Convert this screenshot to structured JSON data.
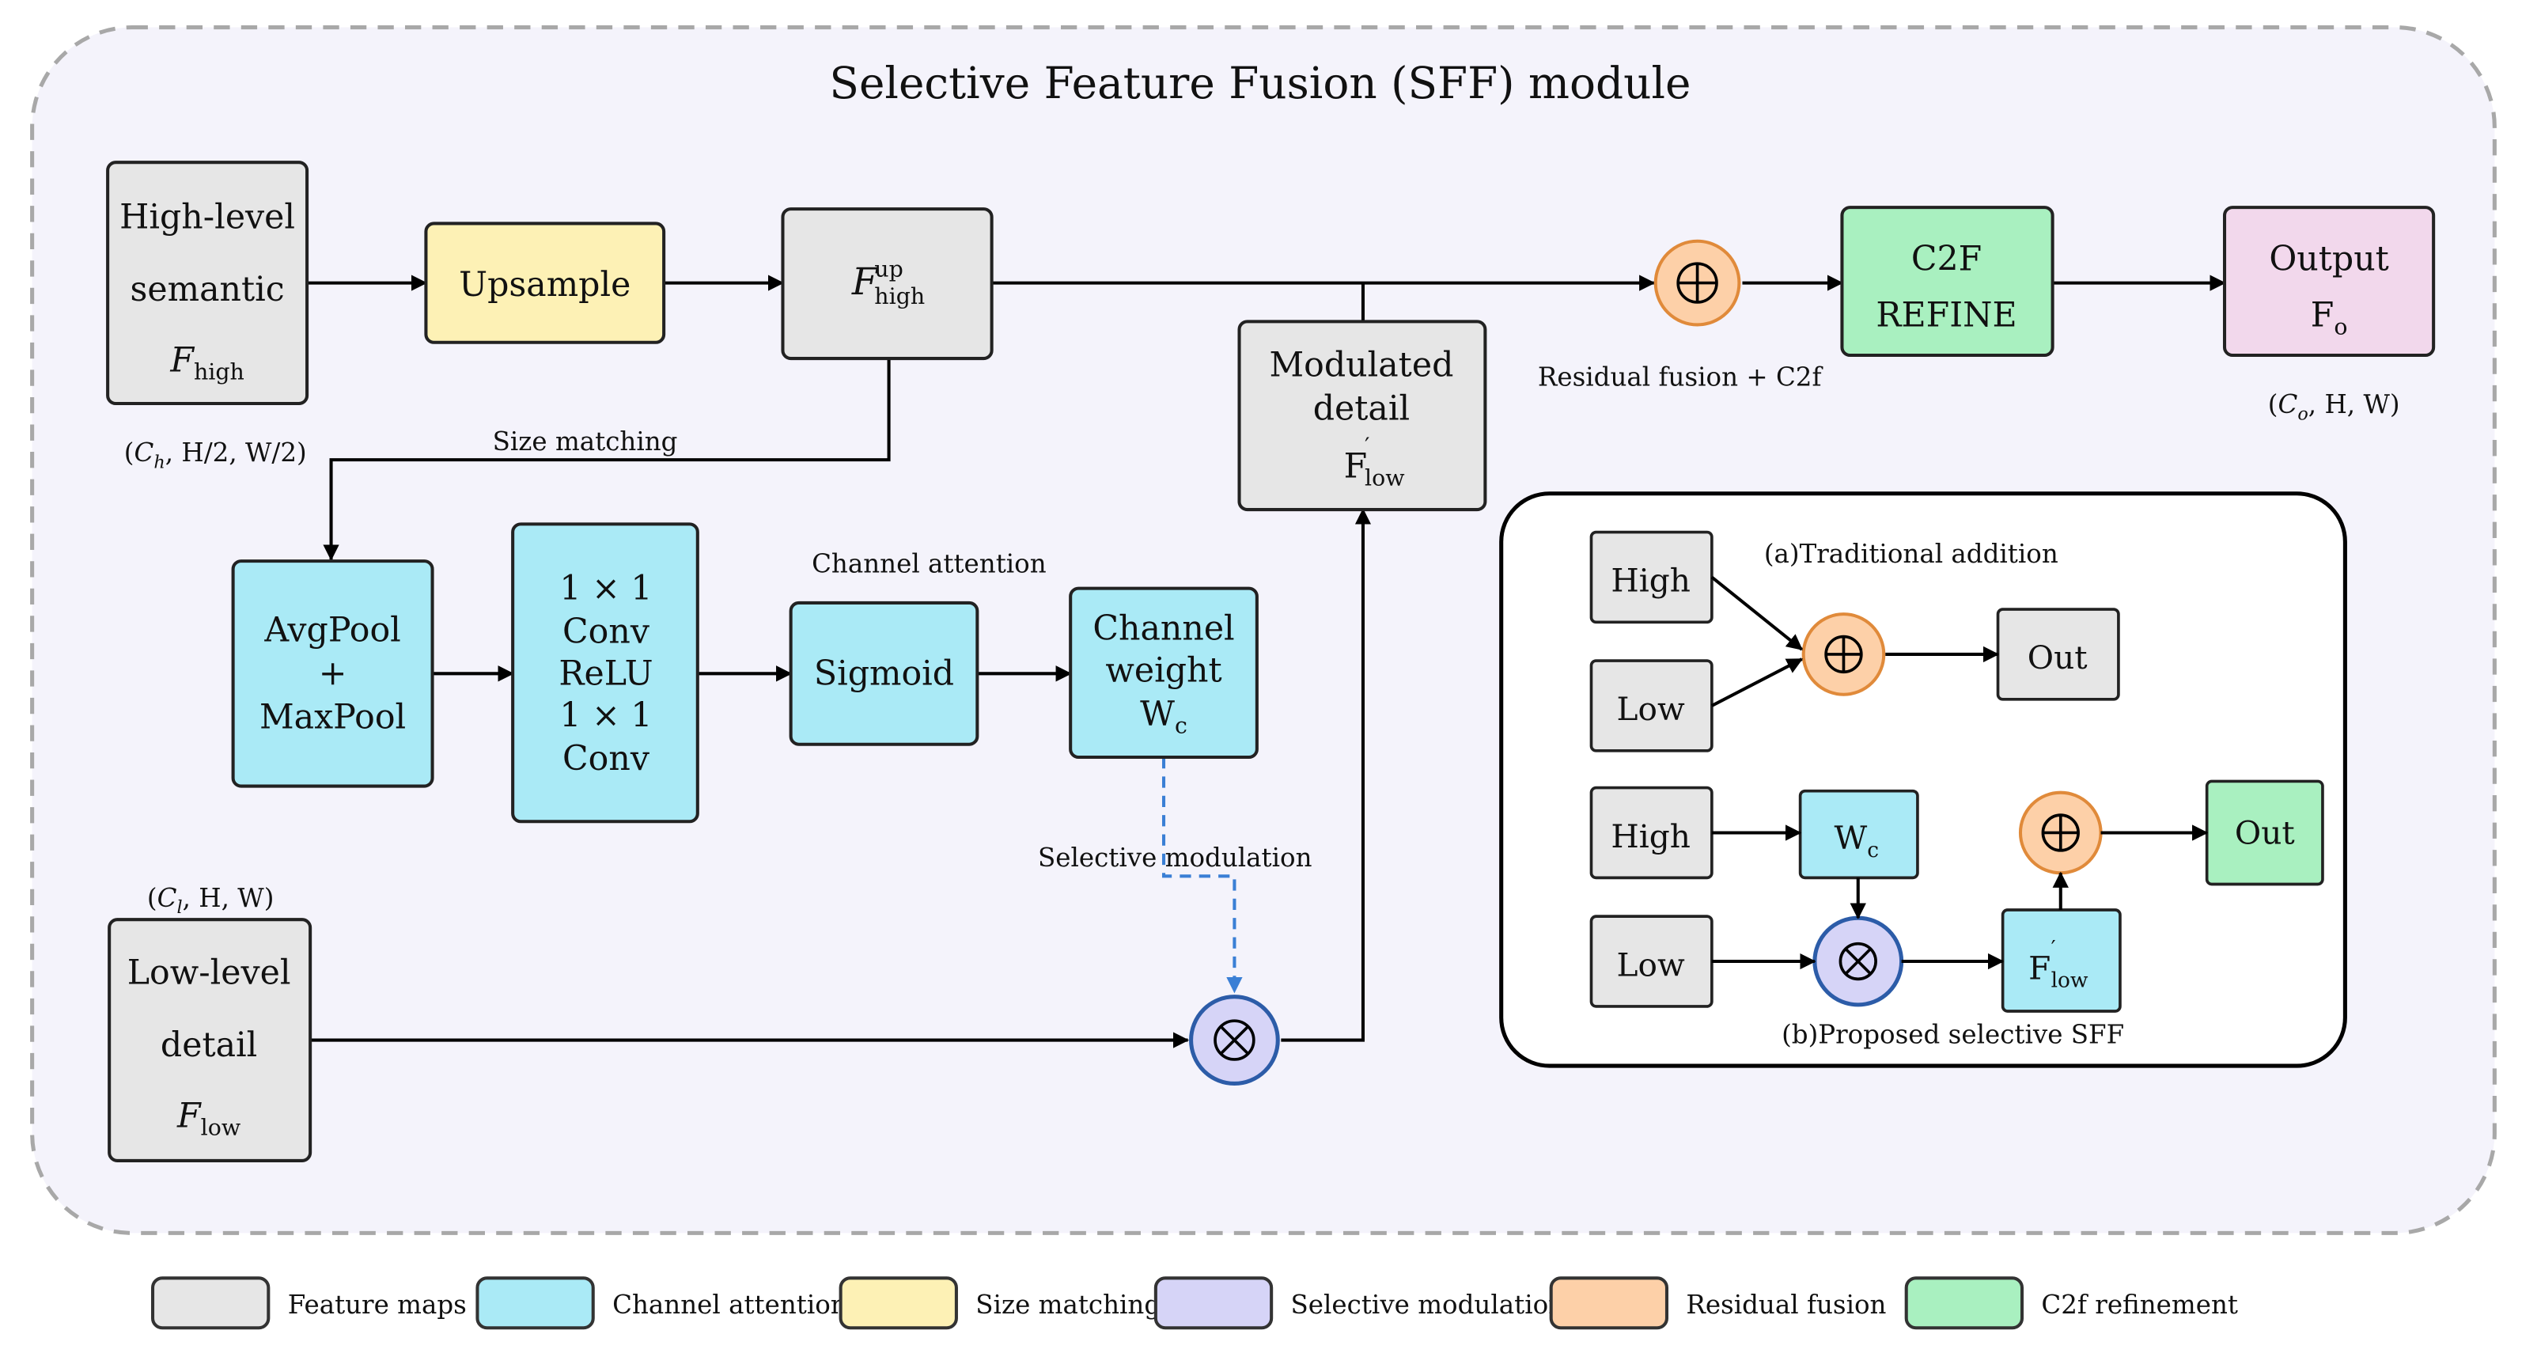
{
  "title": "Selective Feature Fusion (SFF) module",
  "colors": {
    "feature_maps": "#e6e6e6",
    "channel_attention": "#aaeaf6",
    "size_matching": "#fdf1b5",
    "selective_modulation": "#d6d4f7",
    "residual_fusion": "#fdd0a8",
    "c2f_refinement": "#a9f0c0",
    "output": "#f2d8ec",
    "module_bg": "#f4f3fb",
    "arrow": "#000000",
    "dashed_arrow": "#3a7fd5"
  },
  "icons": {
    "add": "circle-plus",
    "multiply": "circle-times"
  },
  "nodes": {
    "high_level": {
      "line1": "High-level",
      "line2": "semantic",
      "sym": "F",
      "sub": "high"
    },
    "upsample": {
      "label": "Upsample"
    },
    "f_high_up": {
      "sym": "F",
      "sup": "up",
      "sub": "high"
    },
    "avgpool": {
      "line1": "AvgPool",
      "line2": "+",
      "line3": "MaxPool"
    },
    "conv": {
      "line1": "1 × 1",
      "line2": "Conv",
      "line3": "ReLU",
      "line4": "1 × 1",
      "line5": "Conv"
    },
    "sigmoid": {
      "label": "Sigmoid"
    },
    "channel_weight": {
      "line1": "Channel",
      "line2": "weight",
      "sym": "W",
      "sub": "c"
    },
    "low_level": {
      "line1": "Low-level",
      "line2": "detail",
      "sym": "F",
      "sub": "low"
    },
    "modulated": {
      "line1": "Modulated",
      "line2": "detail",
      "sym": "F",
      "prime": "′",
      "sub": "low"
    },
    "c2f": {
      "line1": "C2F",
      "line2": "REFINE"
    },
    "output": {
      "line1": "Output",
      "sym": "F",
      "sub": "o"
    }
  },
  "annotations": {
    "high_dims": {
      "open": "(",
      "sym": "C",
      "sub": "h",
      "rest": ", H/2, W/2)"
    },
    "low_dims": {
      "open": "(",
      "sym": "C",
      "sub": "l",
      "rest": ", H, W)"
    },
    "out_dims": {
      "open": "(",
      "sym": "C",
      "sub": "o",
      "rest": ", H, W)"
    },
    "size_matching": "Size matching",
    "channel_attention": "Channel attention",
    "selective_modulation": "Selective modulation",
    "residual": "Residual fusion + C2f"
  },
  "inset": {
    "a_caption": "(a)Traditional addition",
    "b_caption": "(b)Proposed selective SFF",
    "high": "High",
    "low": "Low",
    "out": "Out",
    "wc_sym": "W",
    "wc_sub": "c",
    "f_sym": "F",
    "f_prime": "′",
    "f_sub": "low"
  },
  "legend": [
    {
      "label": "Feature maps",
      "color": "#e6e6e6"
    },
    {
      "label": "Channel attention",
      "color": "#aaeaf6"
    },
    {
      "label": "Size matching",
      "color": "#fdf1b5"
    },
    {
      "label": "Selective modulation",
      "color": "#d6d4f7"
    },
    {
      "label": "Residual fusion",
      "color": "#fdd0a8"
    },
    {
      "label": "C2f refinement",
      "color": "#a9f0c0"
    }
  ]
}
